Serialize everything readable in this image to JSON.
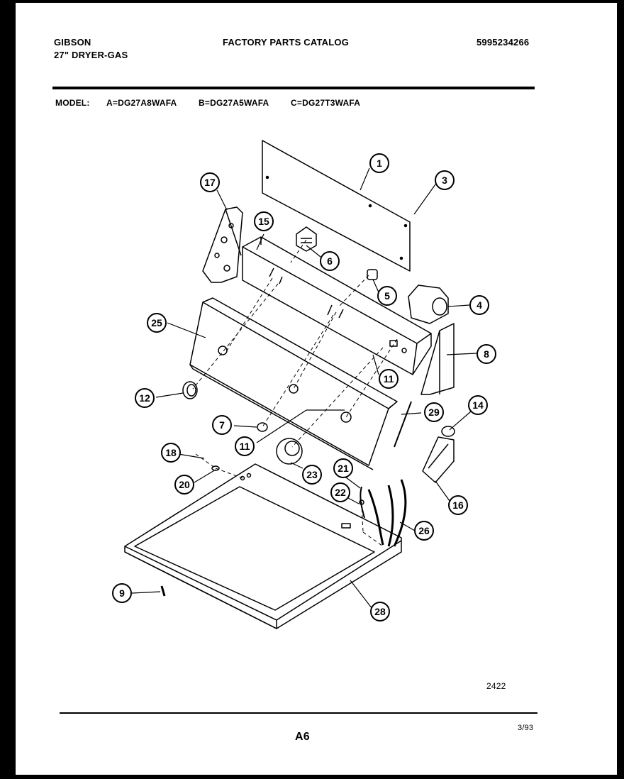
{
  "header": {
    "brand": "GIBSON",
    "product": "27\" DRYER-GAS",
    "catalog_title": "FACTORY PARTS CATALOG",
    "catalog_number": "5995234266"
  },
  "models": {
    "label": "MODEL:",
    "a": "A=DG27A8WAFA",
    "b": "B=DG27A5WAFA",
    "c": "C=DG27T3WAFA"
  },
  "diagram": {
    "callouts": [
      "1",
      "3",
      "17",
      "15",
      "6",
      "5",
      "4",
      "8",
      "25",
      "11",
      "12",
      "7",
      "11",
      "29",
      "14",
      "18",
      "23",
      "21",
      "20",
      "22",
      "16",
      "26",
      "9",
      "28"
    ]
  },
  "footer": {
    "drawing_number": "2422",
    "page": "A6",
    "date": "3/93"
  }
}
